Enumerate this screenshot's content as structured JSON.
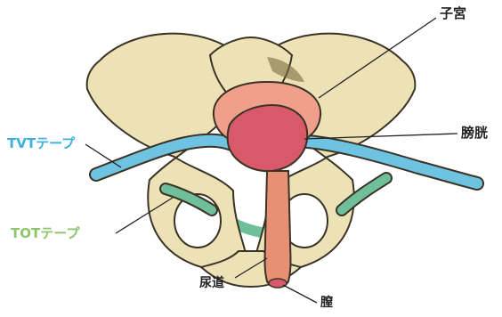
{
  "labels": {
    "uterus": "子宮",
    "bladder": "膀胱",
    "tvt_tape": "TVTテープ",
    "tot_tape": "TOTテープ",
    "urethra": "尿道",
    "vagina": "膣"
  },
  "colors": {
    "bone": "#ece2b6",
    "bone_outline": "#3a3326",
    "tvt_tape": "#6ec3e2",
    "tot_tape": "#6fbf9a",
    "uterus": "#f0a08a",
    "bladder": "#d7596a",
    "urethra": "#e89073",
    "tvt_label": "#39b1de",
    "tot_label": "#8dc56a"
  }
}
